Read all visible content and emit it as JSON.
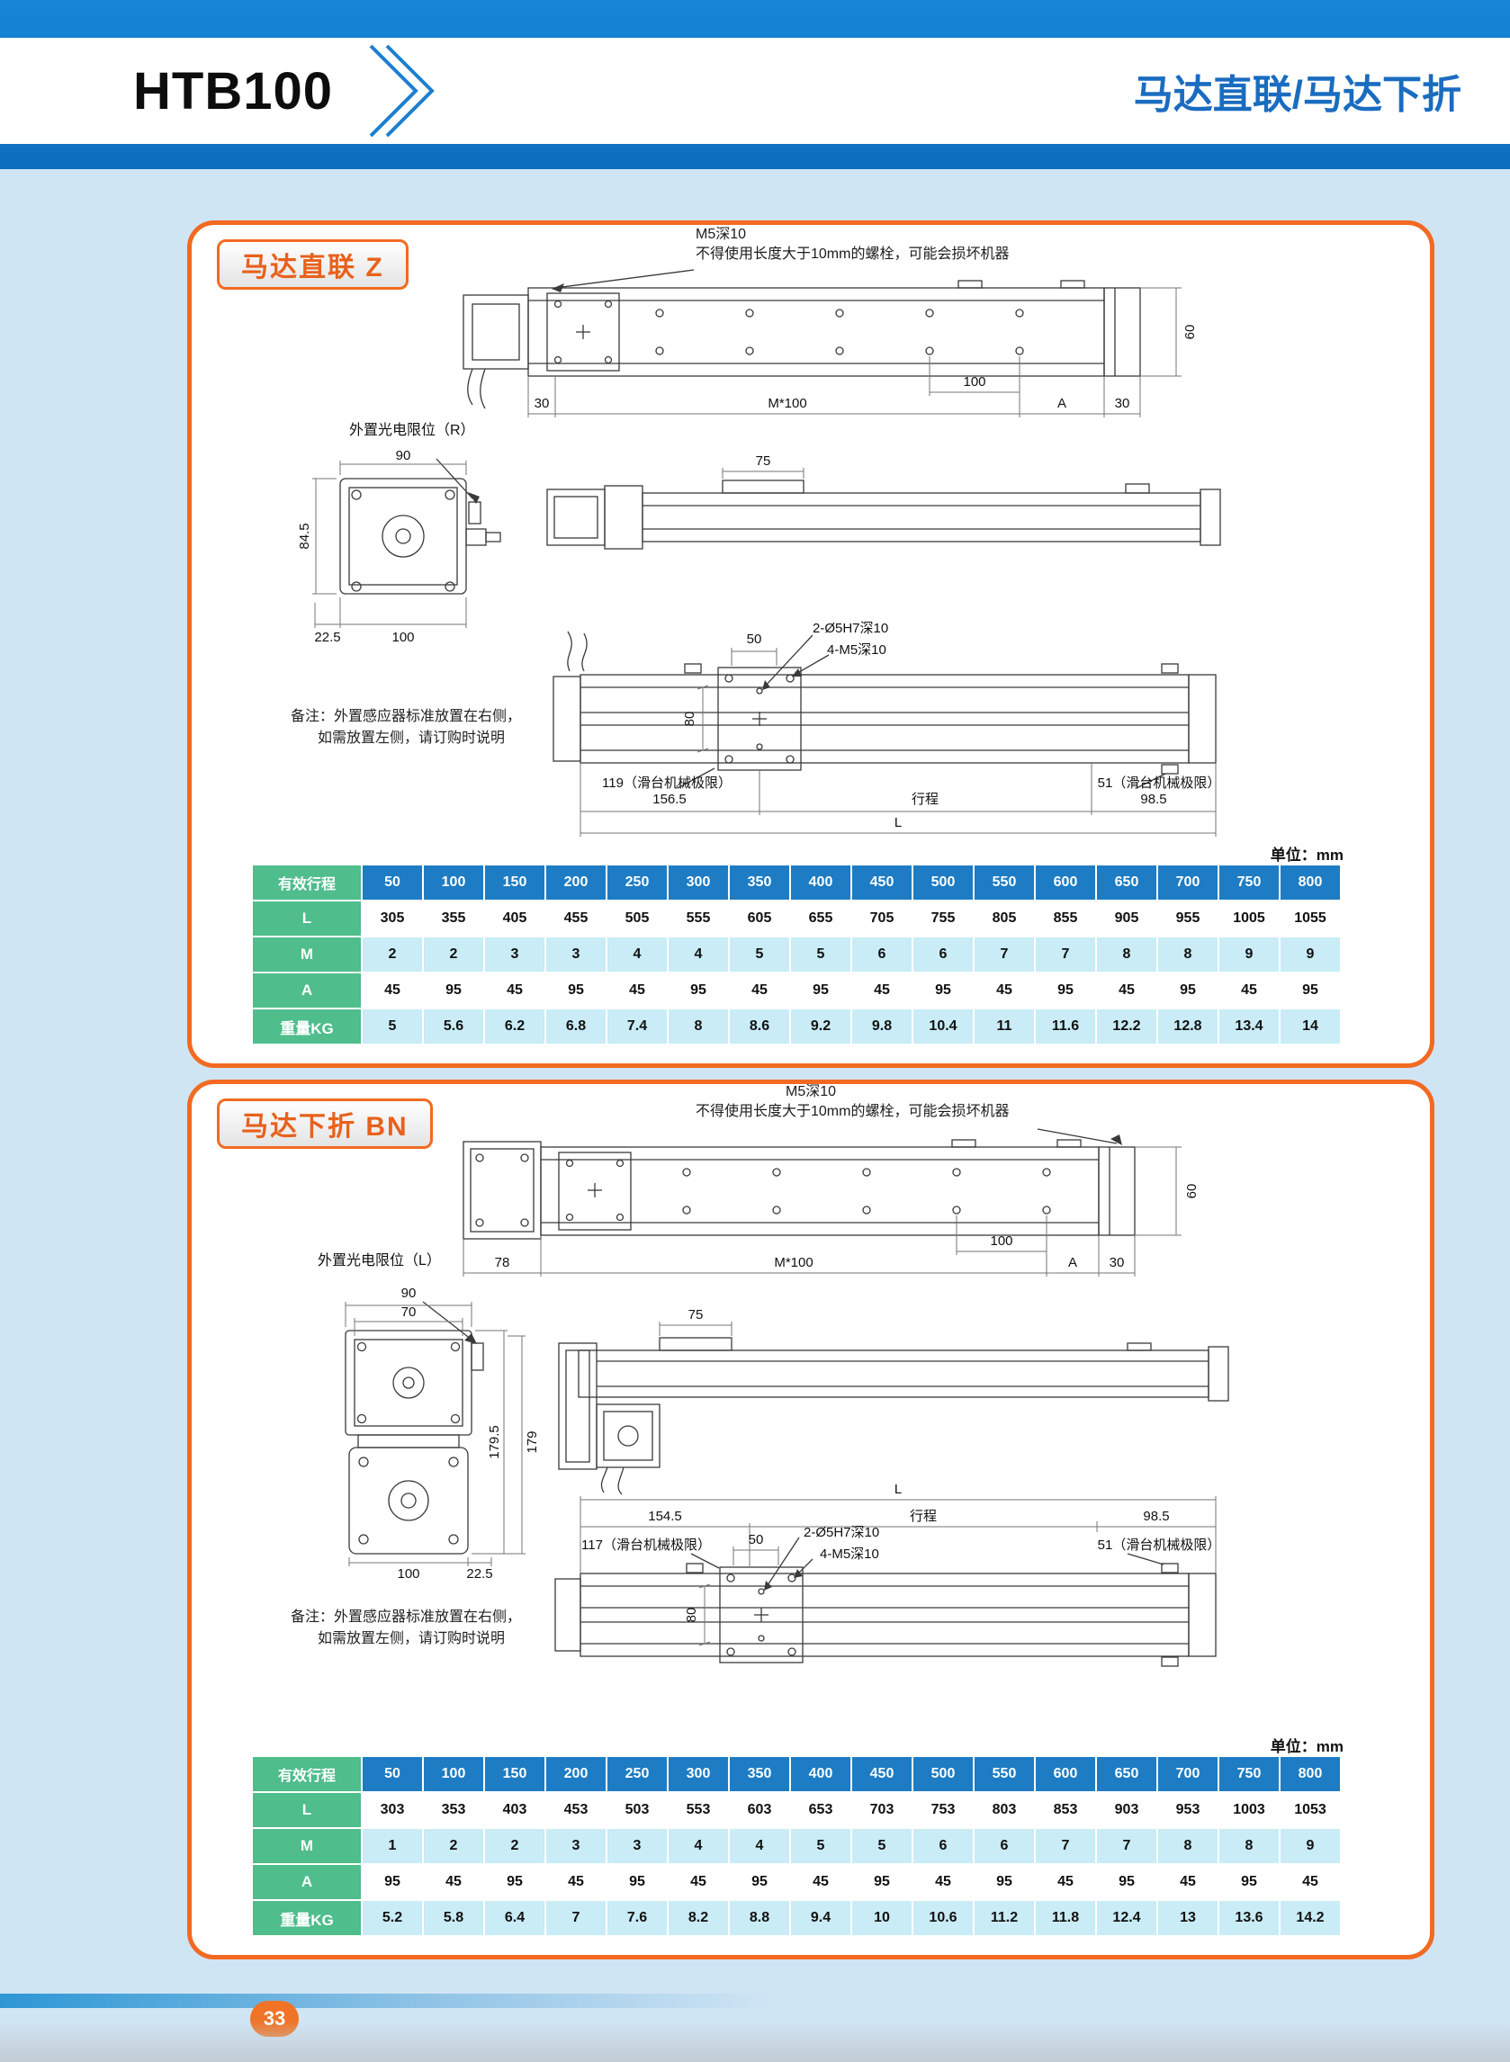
{
  "header": {
    "model": "HTB100",
    "page_title": "马达直联/马达下折"
  },
  "footer": {
    "page_number": "33"
  },
  "panel1": {
    "badge": "马达直联 Z",
    "note": {
      "line1": "M5深10",
      "line2": "不得使用长度大于10mm的螺栓，可能会损坏机器"
    },
    "dims": {
      "d60": "60",
      "d100_top": "100",
      "d30_left": "30",
      "dM100": "M*100",
      "dA": "A",
      "d30_right": "30",
      "limit_switch": "外置光电限位（R）",
      "d90": "90",
      "d84_5": "84.5",
      "d22_5": "22.5",
      "d100_bottom": "100",
      "d75": "75",
      "d50": "50",
      "holes_dowel": "2-Ø5H7深10",
      "holes_screw": "4-M5深10",
      "d80": "80",
      "limit_left": "119（滑台机械极限）",
      "limit_right": "51（滑台机械极限）",
      "d156_5": "156.5",
      "stroke": "行程",
      "d98_5": "98.5",
      "dL": "L"
    },
    "remark": {
      "line1": "备注：外置感应器标准放置在右侧，",
      "line2": "如需放置左侧，请订购时说明"
    },
    "unit": "单位：mm",
    "table": {
      "header": [
        "有效行程",
        "50",
        "100",
        "150",
        "200",
        "250",
        "300",
        "350",
        "400",
        "450",
        "500",
        "550",
        "600",
        "650",
        "700",
        "750",
        "800"
      ],
      "rows": [
        {
          "label": "L",
          "values": [
            305,
            355,
            405,
            455,
            505,
            555,
            605,
            655,
            705,
            755,
            805,
            855,
            905,
            955,
            1005,
            1055
          ]
        },
        {
          "label": "M",
          "values": [
            2,
            2,
            3,
            3,
            4,
            4,
            5,
            5,
            6,
            6,
            7,
            7,
            8,
            8,
            9,
            9
          ]
        },
        {
          "label": "A",
          "values": [
            45,
            95,
            45,
            95,
            45,
            95,
            45,
            95,
            45,
            95,
            45,
            95,
            45,
            95,
            45,
            95
          ]
        },
        {
          "label": "重量KG",
          "values": [
            5,
            5.6,
            6.2,
            6.8,
            7.4,
            8,
            8.6,
            9.2,
            9.8,
            10.4,
            11,
            11.6,
            12.2,
            12.8,
            13.4,
            14
          ]
        }
      ]
    }
  },
  "panel2": {
    "badge": "马达下折 BN",
    "note": {
      "line1": "M5深10",
      "line2": "不得使用长度大于10mm的螺栓，可能会损坏机器"
    },
    "dims": {
      "d60": "60",
      "d100_top": "100",
      "d78": "78",
      "dM100": "M*100",
      "dA": "A",
      "d30": "30",
      "limit_switch": "外置光电限位（L）",
      "d90": "90",
      "d70": "70",
      "d179_5": "179.5",
      "d179": "179",
      "d100_bottom": "100",
      "d22_5": "22.5",
      "d75": "75",
      "dL": "L",
      "d154_5": "154.5",
      "stroke": "行程",
      "d98_5": "98.5",
      "limit_left": "117（滑台机械极限）",
      "limit_right": "51（滑台机械极限）",
      "d50": "50",
      "holes_dowel": "2-Ø5H7深10",
      "holes_screw": "4-M5深10",
      "d80": "80"
    },
    "remark": {
      "line1": "备注：外置感应器标准放置在右侧，",
      "line2": "如需放置左侧，请订购时说明"
    },
    "unit": "单位：mm",
    "table": {
      "header": [
        "有效行程",
        "50",
        "100",
        "150",
        "200",
        "250",
        "300",
        "350",
        "400",
        "450",
        "500",
        "550",
        "600",
        "650",
        "700",
        "750",
        "800"
      ],
      "rows": [
        {
          "label": "L",
          "values": [
            303,
            353,
            403,
            453,
            503,
            553,
            603,
            653,
            703,
            753,
            803,
            853,
            903,
            953,
            1003,
            1053
          ]
        },
        {
          "label": "M",
          "values": [
            1,
            2,
            2,
            3,
            3,
            4,
            4,
            5,
            5,
            6,
            6,
            7,
            7,
            8,
            8,
            9
          ]
        },
        {
          "label": "A",
          "values": [
            95,
            45,
            95,
            45,
            95,
            45,
            95,
            45,
            95,
            45,
            95,
            45,
            95,
            45,
            95,
            45
          ]
        },
        {
          "label": "重量KG",
          "values": [
            5.2,
            5.8,
            6.4,
            7,
            7.6,
            8.2,
            8.8,
            9.4,
            10,
            10.6,
            11.2,
            11.8,
            12.4,
            13,
            13.6,
            14.2
          ]
        }
      ]
    }
  }
}
